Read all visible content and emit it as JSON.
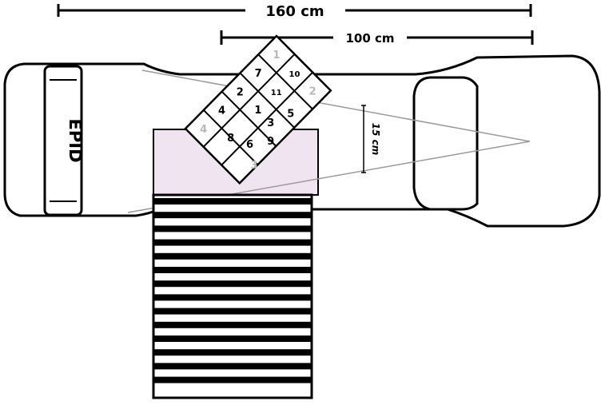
{
  "dimensions": {
    "top": "160 cm",
    "second": "100 cm",
    "field": "15 cm"
  },
  "detector_label": "EPID",
  "grid_cells": [
    {
      "label": "1",
      "light": true
    },
    {
      "label": "7",
      "light": false
    },
    {
      "label": "11",
      "light": false
    },
    {
      "label": "10",
      "light": false
    },
    {
      "label": "2",
      "light": true
    },
    {
      "label": "4",
      "light": false
    },
    {
      "label": "2",
      "light": false
    },
    {
      "label": "1",
      "light": false
    },
    {
      "label": "3",
      "light": false
    },
    {
      "label": "5",
      "light": false
    },
    {
      "label": "8",
      "light": false
    },
    {
      "label": "6",
      "light": false
    },
    {
      "label": "9",
      "light": false
    },
    {
      "label": "3",
      "light": true
    },
    {
      "label": "4",
      "light": true
    }
  ],
  "colors": {
    "line": "#000000",
    "shade": "#f1e4f1",
    "beam": "#9a9a9a",
    "faded_number": "#b8b8b8"
  }
}
